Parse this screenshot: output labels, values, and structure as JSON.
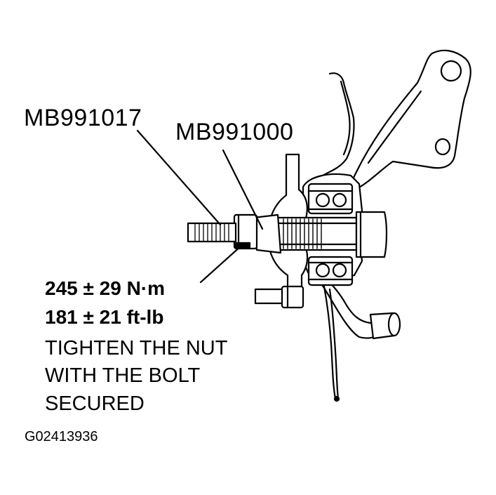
{
  "labels": {
    "tool_1": "MB991017",
    "tool_2": "MB991000"
  },
  "torque": {
    "metric": "245 ± 29 N·m",
    "imperial": "181 ± 21 ft-lb"
  },
  "note_lines": [
    "TIGHTEN THE NUT",
    "WITH THE BOLT",
    "SECURED"
  ],
  "figure_id": "G02413936",
  "colors": {
    "ink": "#000000",
    "paper": "#ffffff"
  }
}
